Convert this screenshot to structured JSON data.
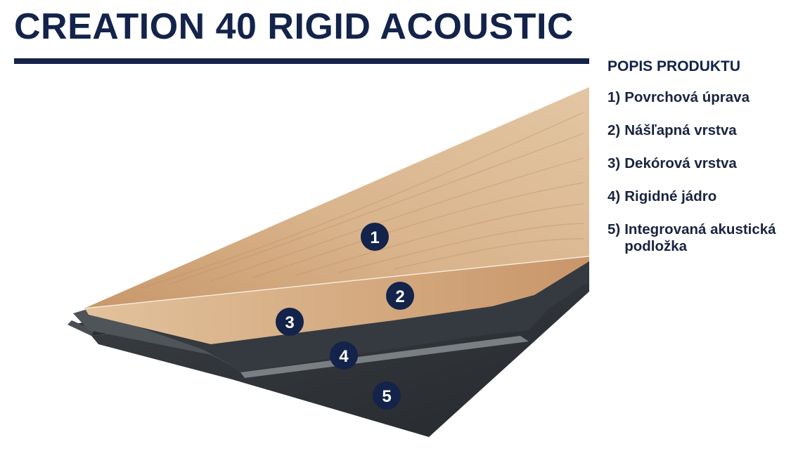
{
  "title": "CREATION 40 RIGID ACOUSTIC",
  "legend": {
    "heading": "POPIS PRODUKTU",
    "items": [
      {
        "number": "1)",
        "label": "Povrchová úprava"
      },
      {
        "number": "2)",
        "label": "Nášľapná vrstva"
      },
      {
        "number": "3)",
        "label": "Dekórová vrstva"
      },
      {
        "number": "4)",
        "label": "Rigidné jádro"
      },
      {
        "number": "5)",
        "label": "Integrovaná akustická podložka"
      }
    ]
  },
  "badges": [
    "1",
    "2",
    "3",
    "4",
    "5"
  ],
  "colors": {
    "navy": "#13234a",
    "wood_light": "#d9b48a",
    "wood_dark": "#c49466",
    "core": "#3a3d42",
    "core_stripe": "#6f7478",
    "underlay": "#2c2f33"
  }
}
